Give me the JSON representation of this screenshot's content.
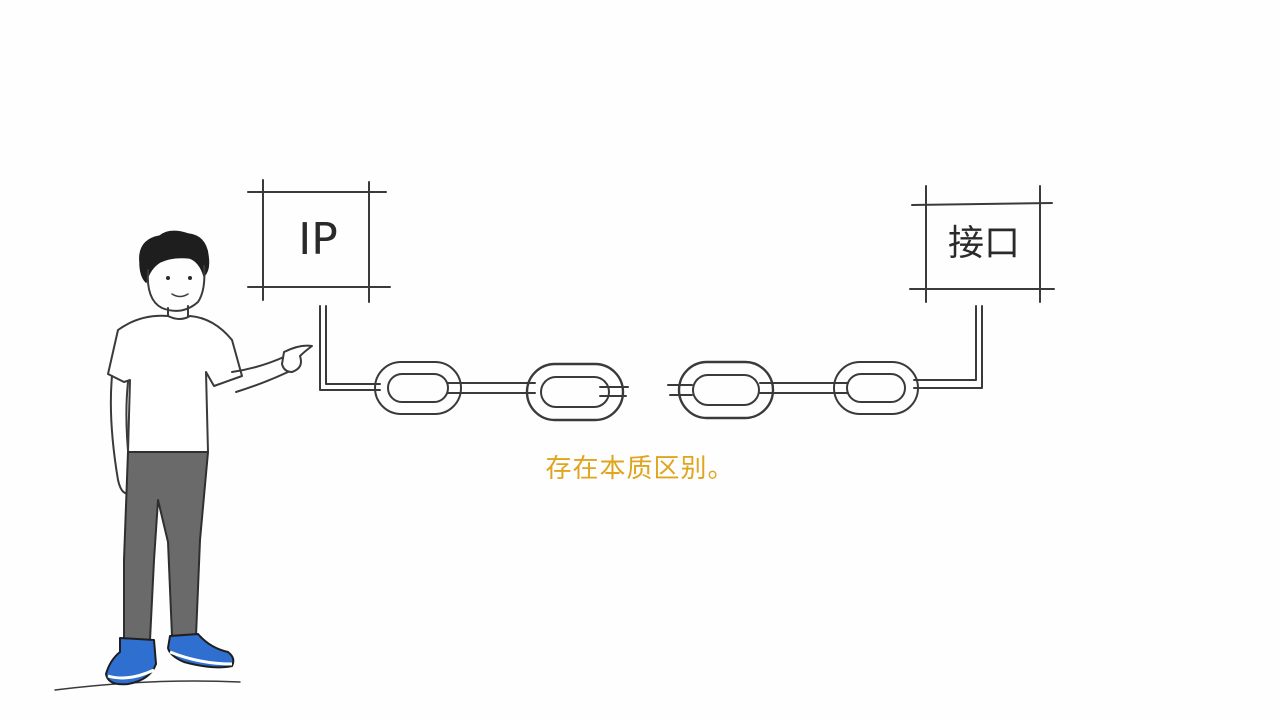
{
  "left_box": {
    "label": "IP"
  },
  "right_box": {
    "label": "接口"
  },
  "caption": "存在本质区别。",
  "colors": {
    "caption": "#e0a51e",
    "ink": "#3a3a3a",
    "pants": "#6a6a6a",
    "shoes": "#2f6fd0"
  },
  "icons": [
    "person-figure",
    "chain-link"
  ]
}
